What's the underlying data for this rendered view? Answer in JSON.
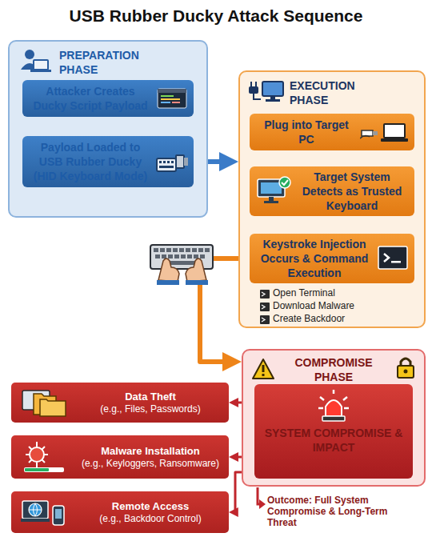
{
  "diagram": {
    "title": "USB Rubber Ducky Attack Sequence",
    "nodes": [
      {
        "text": [
          "PREPARATION PHASE"
        ]
      },
      {
        "text": [
          "Attacker Creates Ducky Script Payload"
        ],
        "in": 0
      },
      {
        "text": [
          "Payload Loaded to USB Rubber Ducky (HID Keyboard Mode)"
        ],
        "in": 0
      },
      {
        "text": [
          "EXECUTION PHASE"
        ]
      },
      {
        "text": [
          "Plug into Target PC"
        ],
        "in": 3
      },
      {
        "text": [
          "Target System Detects as Trusted Keyboard"
        ],
        "in": 3
      },
      {
        "text": [
          "Keystroke Injection Occurs & Command Execution"
        ],
        "in": 3
      },
      {
        "text": [
          "COMPROMISE PHASE"
        ]
      },
      {
        "text": [
          "SYSTEM COMPROMISE & IMPACT"
        ],
        "in": 7
      },
      {
        "text": [
          "Data Theft",
          "(e.g., Files, Passwords)"
        ]
      },
      {
        "text": [
          "Malware Installation",
          "(e.g., Keyloggers, Ransomware)"
        ]
      },
      {
        "text": [
          "Remote Access",
          "(e.g., Backdoor Control)"
        ]
      }
    ],
    "edges": [
      {
        "from": 1,
        "to": 2,
        "arrow": "to"
      },
      {
        "from": 2,
        "to": 3,
        "arrow": "to"
      },
      {
        "from": 4,
        "to": 5,
        "arrow": "to"
      },
      {
        "from": 5,
        "to": 6,
        "arrow": "to"
      },
      {
        "from": 6,
        "to": 7,
        "arrow": "to"
      },
      {
        "from": 8,
        "to": 9,
        "arrow": "to"
      },
      {
        "from": 8,
        "to": 10,
        "arrow": "to"
      },
      {
        "from": 8,
        "to": 11,
        "arrow": "to"
      }
    ],
    "labels": [
      "Open Terminal",
      "Download Malware",
      "Create Backdoor",
      "Outcome: Full System Compromise & Long-Term Threat"
    ]
  }
}
